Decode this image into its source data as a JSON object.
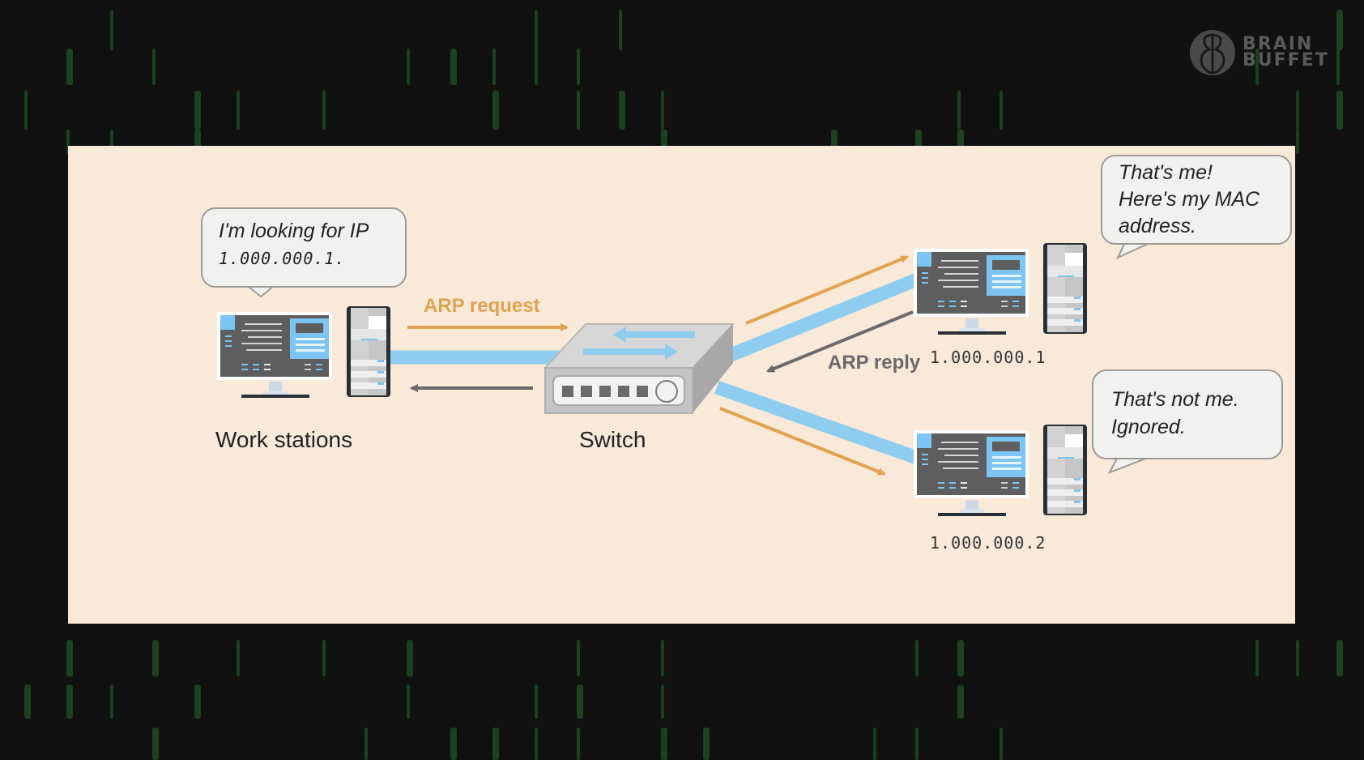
{
  "brand": {
    "name_line1": "BRAIN",
    "name_line2": "BUFFET"
  },
  "colors": {
    "background": "#111111",
    "panel": "#f9e9d8",
    "link_blue": "#8fcdf0",
    "request_orange": "#e0a352",
    "reply_gray": "#6a6a6a",
    "matrix_green": "#1d4a22"
  },
  "diagram": {
    "title": "ARP request / reply over a switch",
    "nodes": {
      "workstation": {
        "label": "Work stations",
        "icon": "workstation-icon"
      },
      "switch": {
        "label": "Switch",
        "icon": "network-switch-icon"
      },
      "host1": {
        "ip": "1.000.000.1",
        "icon": "workstation-icon"
      },
      "host2": {
        "ip": "1.000.000.2",
        "icon": "workstation-icon"
      }
    },
    "arrows": {
      "request": "ARP request",
      "reply": "ARP reply"
    },
    "bubbles": {
      "workstation": {
        "line1": "I'm looking for IP",
        "line2": "1.000.000.1."
      },
      "host1": {
        "line1": "That's me!",
        "line2": "Here's my MAC",
        "line3": "address."
      },
      "host2": {
        "line1": "That's not me.",
        "line2": "Ignored."
      }
    }
  }
}
